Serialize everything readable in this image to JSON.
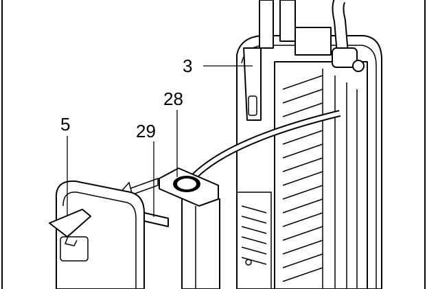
{
  "diagram": {
    "callouts": [
      {
        "id": "3",
        "label": "3"
      },
      {
        "id": "28",
        "label": "28"
      },
      {
        "id": "29",
        "label": "29"
      },
      {
        "id": "5",
        "label": "5"
      }
    ]
  }
}
